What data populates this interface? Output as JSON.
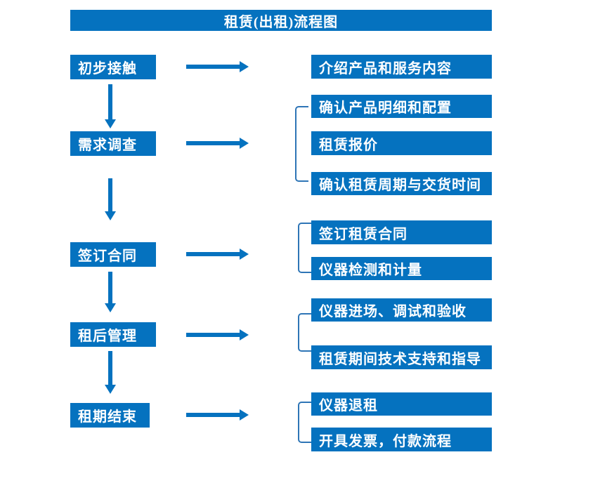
{
  "title": "租赁(出租)流程图",
  "colors": {
    "primary": "#0572BF",
    "bracket_line": "#2E75B6",
    "box_text": "#FFFFFF",
    "background": "#FFFFFF"
  },
  "flow": {
    "stages": [
      {
        "label": "初步接触",
        "details": [
          "介绍产品和服务内容"
        ]
      },
      {
        "label": "需求调查",
        "details": [
          "确认产品明细和配置",
          "租赁报价",
          "确认租赁周期与交货时间"
        ]
      },
      {
        "label": "签订合同",
        "details": [
          "签订租赁合同",
          "仪器检测和计量"
        ]
      },
      {
        "label": "租后管理",
        "details": [
          "仪器进场、调试和验收",
          "租赁期间技术支持和指导"
        ]
      },
      {
        "label": "租期结束",
        "details": [
          "仪器退租",
          "开具发票，付款流程"
        ]
      }
    ]
  }
}
